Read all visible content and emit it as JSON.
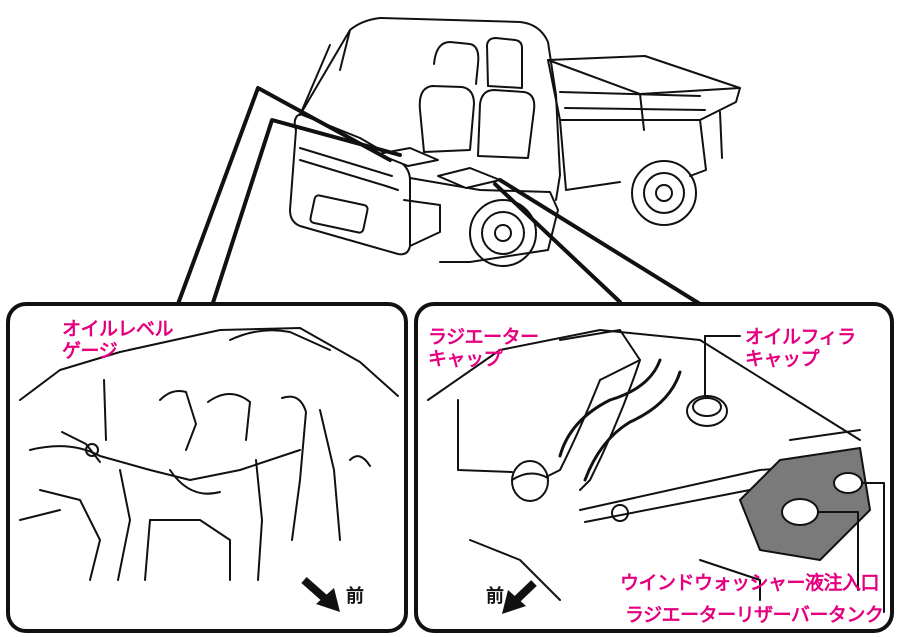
{
  "labels": {
    "oil_level_gauge": [
      "オイルレベル",
      "ゲージ"
    ],
    "radiator_cap": [
      "ラジエーター",
      "キャップ"
    ],
    "oil_filler_cap": [
      "オイルフィラ",
      "キャップ"
    ],
    "washer_fluid_inlet": "ウインドウォッシャー液注入口",
    "radiator_reservoir_tank": "ラジエーターリザーバータンク",
    "front_left": "前",
    "front_right": "前"
  },
  "colors": {
    "label": "#e4007f",
    "line": "#111111",
    "tank_fill": "#7a7a7a"
  },
  "icons": [
    "forward-arrow-icon"
  ]
}
